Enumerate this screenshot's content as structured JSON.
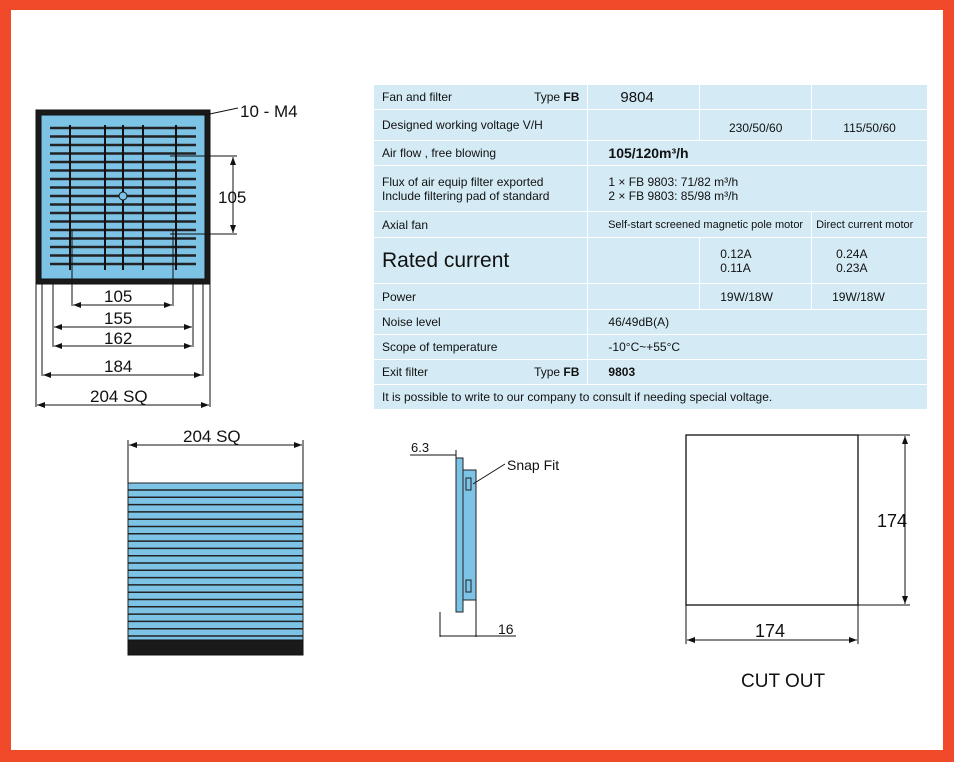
{
  "spec_table": {
    "rows": [
      {
        "label": "Fan and filter",
        "type_label": "Type",
        "type_value": "FB",
        "c1": "9804",
        "c2": "",
        "c3": ""
      },
      {
        "label": "Designed working voltage V/H",
        "c1": "",
        "c2": "230/50/60",
        "c3": "115/50/60"
      },
      {
        "label": "Air flow , free blowing",
        "value": "105/120m³/h"
      },
      {
        "label_lines": [
          "Flux of air  equip filter exported",
          "Include filtering pad of standard"
        ],
        "value_lines": [
          "1 × FB 9803: 71/82 m³/h",
          "2 × FB 9803: 85/98 m³/h"
        ]
      },
      {
        "label": "Axial fan",
        "c12": "Self-start screened magnetic pole motor",
        "c3": "Direct current motor"
      },
      {
        "label": "Rated current",
        "c1": "",
        "c2_lines": [
          "0.12A",
          "0.11A"
        ],
        "c3_lines": [
          "0.24A",
          "0.23A"
        ]
      },
      {
        "label": "Power",
        "c1": "",
        "c2": "19W/18W",
        "c3": "19W/18W"
      },
      {
        "label": "Noise level",
        "value": "46/49dB(A)"
      },
      {
        "label": "Scope of temperature",
        "value": "-10°C~+55°C"
      },
      {
        "label": "Exit filter",
        "type_label": "Type",
        "type_value": "FB",
        "value": "9803"
      }
    ],
    "footer": "It is possible to write to our company to consult if needing special voltage."
  },
  "front_view": {
    "screw_label": "10 - M4",
    "dims": [
      "105",
      "105",
      "155",
      "162",
      "184",
      "204 SQ"
    ]
  },
  "top_view": {
    "dim": "204 SQ"
  },
  "side_view": {
    "thickness": "6.3",
    "snap_label": "Snap Fit",
    "depth": "16"
  },
  "cutout": {
    "height": "174",
    "width": "174",
    "title": "CUT OUT"
  },
  "colors": {
    "frame": "#f04a2a",
    "table_bg": "#d4ebf5",
    "grill": "#7cc3e6"
  }
}
